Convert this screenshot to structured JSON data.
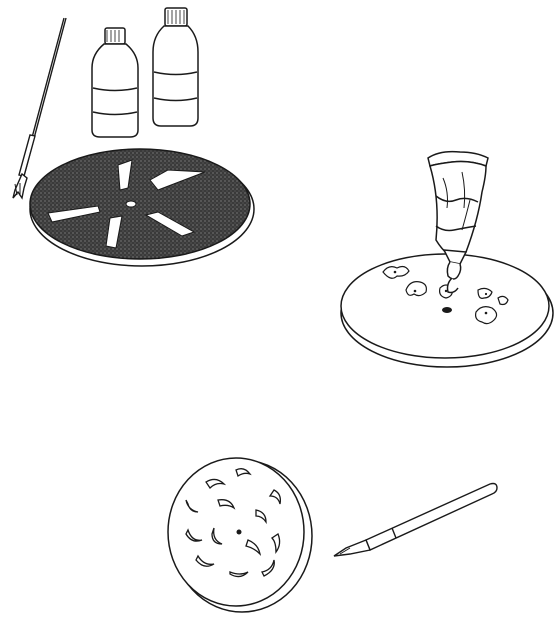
{
  "illustration": {
    "colors": {
      "line": "#1a1a1a",
      "paper": "#ffffff",
      "dark_fill": "#2b2b2b"
    },
    "panels": [
      {
        "id": "painted-disc",
        "icons": [
          "paintbrush-icon",
          "paint-bottle-icon",
          "paint-bottle-icon",
          "painted-disc-icon"
        ]
      },
      {
        "id": "paste-disc",
        "icons": [
          "paint-tube-icon",
          "disc-with-paste-icon"
        ]
      },
      {
        "id": "cut-disc",
        "icons": [
          "cut-out-disc-icon",
          "craft-knife-icon"
        ]
      }
    ]
  }
}
